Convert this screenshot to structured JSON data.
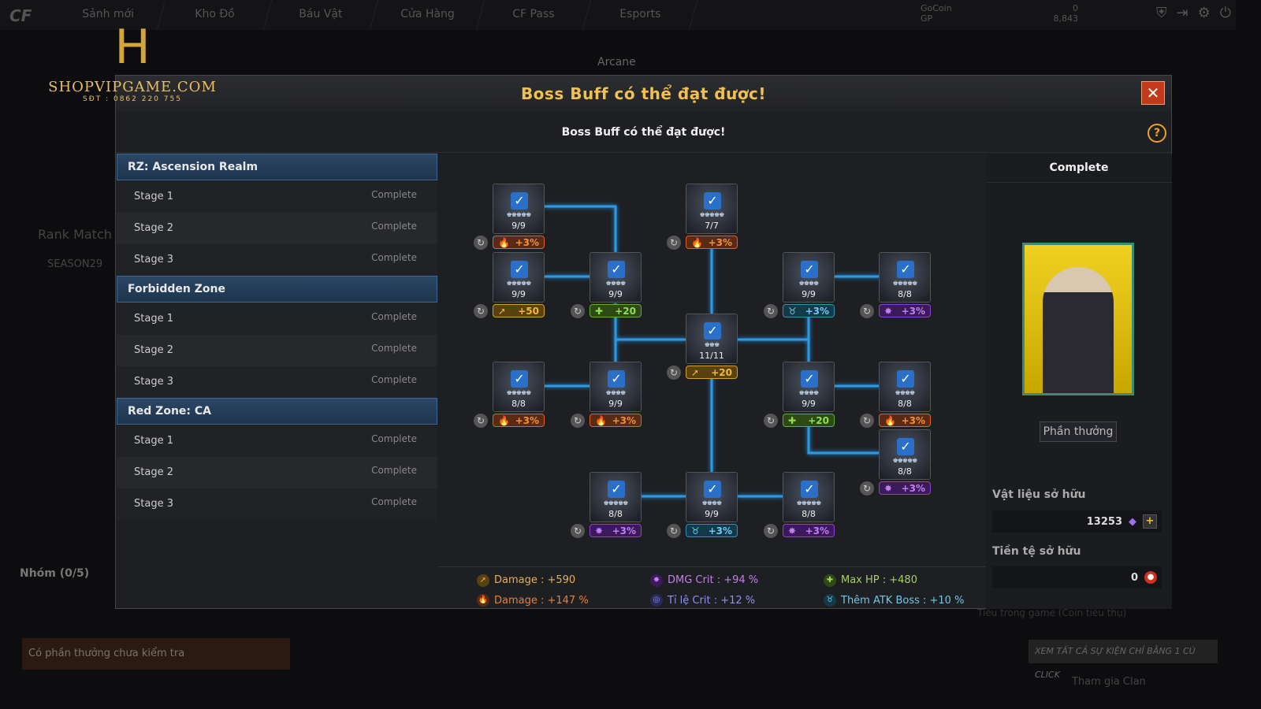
{
  "topnav": {
    "logo": "CF",
    "tabs": [
      "Sảnh mới",
      "Kho Đồ",
      "Báu Vật",
      "Cửa Hàng",
      "CF Pass",
      "Esports"
    ],
    "gocoin_label": "GoCoin",
    "gocoin": "0",
    "gp_label": "GP",
    "gp": "8,843"
  },
  "watermark": {
    "site": "SHOPVIPGAME.COM",
    "phone": "SĐT : 0862 220 755",
    "letter": "H"
  },
  "background": {
    "arcane": "Arcane",
    "rank": "Rank Match",
    "season": "SEASON29",
    "group": "Nhóm (0/5)",
    "unchecked": "Có phần thưởng chưa kiểm tra",
    "events": "XEM TẤT CẢ SỰ KIỆN CHỈ BẰNG 1 CÚ CLICK",
    "clan": "Tham gia Clan",
    "coin_note": "Tiêu trong game (Coin tiêu thụ)"
  },
  "modal": {
    "title": "Boss Buff có thể đạt được!",
    "subtitle": "Boss Buff có thể đạt được!",
    "close": "✕",
    "help": "?",
    "sections": [
      {
        "name": "RZ: Ascension Realm",
        "stages": [
          {
            "label": "Stage 1",
            "status": "Complete"
          },
          {
            "label": "Stage 2",
            "status": "Complete"
          },
          {
            "label": "Stage 3",
            "status": "Complete"
          }
        ]
      },
      {
        "name": "Forbidden Zone",
        "stages": [
          {
            "label": "Stage 1",
            "status": "Complete"
          },
          {
            "label": "Stage 2",
            "status": "Complete"
          },
          {
            "label": "Stage 3",
            "status": "Complete"
          }
        ]
      },
      {
        "name": "Red Zone: CA",
        "stages": [
          {
            "label": "Stage 1",
            "status": "Complete"
          },
          {
            "label": "Stage 2",
            "status": "Complete"
          },
          {
            "label": "Stage 3",
            "status": "Complete"
          }
        ]
      }
    ],
    "nodes": [
      {
        "count": "9/9",
        "stars": 5,
        "type": "fire",
        "buff": "+3%"
      },
      {
        "count": "7/7",
        "stars": 5,
        "type": "fire",
        "buff": "+3%"
      },
      {
        "count": "9/9",
        "stars": 5,
        "type": "gun",
        "buff": "+50"
      },
      {
        "count": "9/9",
        "stars": 4,
        "type": "hp",
        "buff": "+20"
      },
      {
        "count": "9/9",
        "stars": 4,
        "type": "boss",
        "buff": "+3%"
      },
      {
        "count": "8/8",
        "stars": 5,
        "type": "crit",
        "buff": "+3%"
      },
      {
        "count": "11/11",
        "stars": 3,
        "type": "gun",
        "buff": "+20"
      },
      {
        "count": "8/8",
        "stars": 5,
        "type": "fire",
        "buff": "+3%"
      },
      {
        "count": "9/9",
        "stars": 4,
        "type": "fire",
        "buff": "+3%"
      },
      {
        "count": "9/9",
        "stars": 4,
        "type": "hp",
        "buff": "+20"
      },
      {
        "count": "8/8",
        "stars": 4,
        "type": "fire",
        "buff": "+3%"
      },
      {
        "count": "8/8",
        "stars": 5,
        "type": "crit",
        "buff": "+3%"
      },
      {
        "count": "8/8",
        "stars": 5,
        "type": "crit",
        "buff": "+3%"
      },
      {
        "count": "9/9",
        "stars": 4,
        "type": "boss",
        "buff": "+3%"
      },
      {
        "count": "8/8",
        "stars": 5,
        "type": "crit",
        "buff": "+3%"
      }
    ],
    "stats": [
      {
        "type": "gun",
        "text": "Damage : +590",
        "color": "#e8b050"
      },
      {
        "type": "crit",
        "text": "DMG Crit : +94 %",
        "color": "#c080e8"
      },
      {
        "type": "hp",
        "text": "Max HP : +480",
        "color": "#a8d060"
      },
      {
        "type": "fire",
        "text": "Damage : +147 %",
        "color": "#e8803a"
      },
      {
        "type": "critrate",
        "text": "Tỉ lệ Crit : +12 %",
        "color": "#9090f0"
      },
      {
        "type": "boss",
        "text": "Thêm ATK Boss : +10 %",
        "color": "#70c8e8"
      }
    ],
    "right": {
      "header": "Complete",
      "reward": "Phần thưởng",
      "materials_label": "Vật liệu sở hữu",
      "materials": "13253",
      "currency_label": "Tiền tệ sở hữu",
      "currency": "0"
    }
  },
  "colors": {
    "fire": "#e06020",
    "gun": "#d8a020",
    "hp": "#60b030",
    "boss": "#3090b8",
    "crit": "#9040d0",
    "line": "#2a9ae8"
  }
}
